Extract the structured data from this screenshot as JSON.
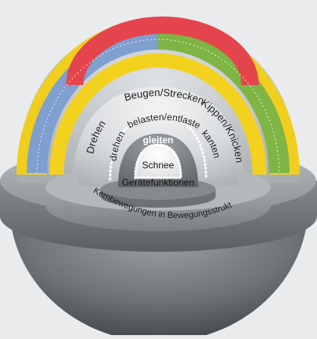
{
  "labels": {
    "outer_left": "Drehen",
    "outer_top": "Beugen/Strecken",
    "outer_right": "Kippen/Knicken",
    "inner_left": "drehen",
    "inner_top": "belasten/entlasten",
    "inner_right": "kanten",
    "glide": "gleiten",
    "snow": "Schnee",
    "equipment": "Gerätefunktionen",
    "base": "Kernbewegungen in Bewegungsstrukturen"
  },
  "colors": {
    "background": "#e9ebec",
    "outer_yellow": "#f1ce1d",
    "blue": "#7f9fcf",
    "red": "#e4454d",
    "green": "#7fb545",
    "inner_yellow": "#f3d21f",
    "dome": "#d4d8db",
    "disc": "#8f9396",
    "sphere": "#6d7276"
  }
}
